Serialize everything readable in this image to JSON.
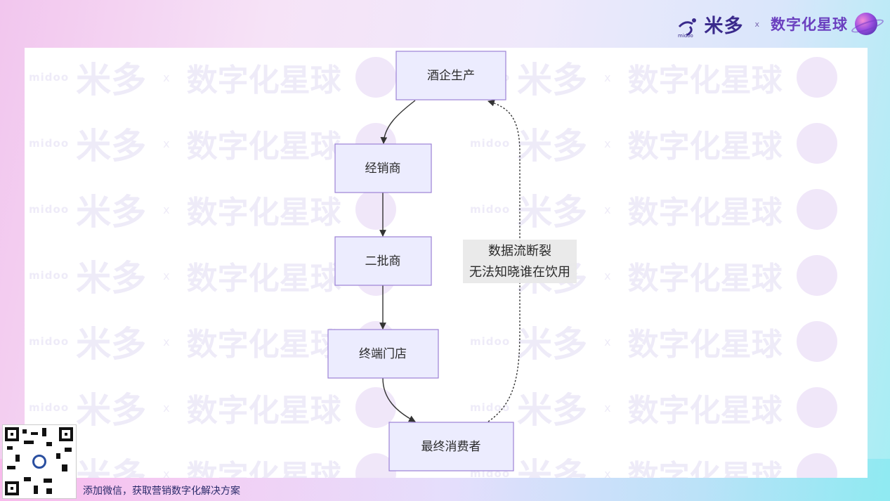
{
  "brand": {
    "logo_text": "midoo",
    "name": "米多",
    "separator": "x",
    "partner": "数字化星球"
  },
  "watermark": {
    "logo_text": "midoo",
    "name": "米多",
    "separator": "x",
    "partner": "数字化星球"
  },
  "diagram": {
    "nodes": [
      {
        "id": "producer",
        "label": "酒企生产"
      },
      {
        "id": "distributor",
        "label": "经销商"
      },
      {
        "id": "wholesaler",
        "label": "二批商"
      },
      {
        "id": "store",
        "label": "终端门店"
      },
      {
        "id": "consumer",
        "label": "最终消费者"
      }
    ],
    "edges": [
      {
        "from": "producer",
        "to": "distributor",
        "style": "solid"
      },
      {
        "from": "distributor",
        "to": "wholesaler",
        "style": "solid"
      },
      {
        "from": "wholesaler",
        "to": "store",
        "style": "solid"
      },
      {
        "from": "store",
        "to": "consumer",
        "style": "solid"
      },
      {
        "from": "consumer",
        "to": "producer",
        "style": "dotted"
      }
    ],
    "feedback_label": [
      "数据流断裂",
      "无法知晓谁在饮用"
    ],
    "colors": {
      "node_fill": "#ececfe",
      "node_stroke": "#9c82d6",
      "edge": "#333333"
    }
  },
  "footer": {
    "cta": "添加微信，获取营销数字化解决方案"
  }
}
